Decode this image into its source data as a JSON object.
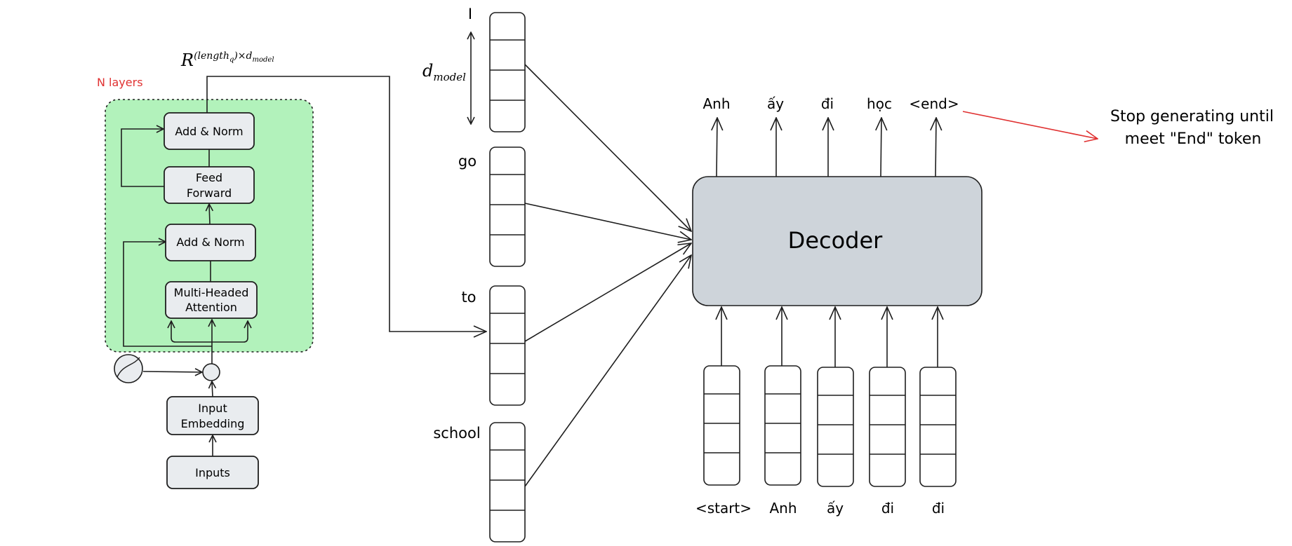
{
  "encoder": {
    "n_layers_label": "N layers",
    "dim_label": {
      "base": "R",
      "sup": "(length",
      "sup_sub": "q",
      "sup_tail": ")×d",
      "sup_tail_sub": "model"
    },
    "blocks": {
      "add_norm_top": "Add & Norm",
      "feed_forward_1": "Feed",
      "feed_forward_2": "Forward",
      "add_norm_bottom": "Add & Norm",
      "mha_1": "Multi-Headed",
      "mha_2": "Attention",
      "input_embedding_1": "Input",
      "input_embedding_2": "Embedding",
      "inputs": "Inputs"
    },
    "colors": {
      "layer_fill": "#b2f2bb",
      "block_fill": "#e9ecef",
      "accent_red": "#e03131"
    }
  },
  "encoder_outputs": {
    "dmodel_label": {
      "base": "d",
      "sub": "model"
    },
    "tokens": [
      "I",
      "go",
      "to",
      "school"
    ]
  },
  "decoder": {
    "label": "Decoder",
    "fill": "#ced4da",
    "output_tokens": [
      "Anh",
      "ấy",
      "đi",
      "học",
      "<end>"
    ],
    "input_tokens": [
      "<start>",
      "Anh",
      "ấy",
      "đi",
      "đi"
    ],
    "stop_note_1": "Stop generating until",
    "stop_note_2": "meet \"End\" token"
  }
}
